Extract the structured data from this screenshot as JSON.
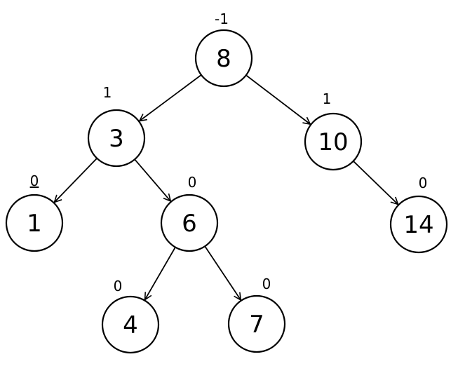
{
  "tree": {
    "nodes": [
      {
        "id": "n8",
        "value": "8",
        "balance": "-1"
      },
      {
        "id": "n3",
        "value": "3",
        "balance": "1"
      },
      {
        "id": "n10",
        "value": "10",
        "balance": "1"
      },
      {
        "id": "n1",
        "value": "1",
        "balance": "0"
      },
      {
        "id": "n6",
        "value": "6",
        "balance": "0"
      },
      {
        "id": "n14",
        "value": "14",
        "balance": "0"
      },
      {
        "id": "n4",
        "value": "4",
        "balance": "0"
      },
      {
        "id": "n7",
        "value": "7",
        "balance": "0"
      }
    ],
    "edges": [
      {
        "from": "n8",
        "to": "n3"
      },
      {
        "from": "n8",
        "to": "n10"
      },
      {
        "from": "n3",
        "to": "n1"
      },
      {
        "from": "n3",
        "to": "n6"
      },
      {
        "from": "n10",
        "to": "n14"
      },
      {
        "from": "n6",
        "to": "n4"
      },
      {
        "from": "n6",
        "to": "n7"
      }
    ]
  },
  "colors": {
    "stroke": "#000000",
    "fill": "#ffffff"
  }
}
